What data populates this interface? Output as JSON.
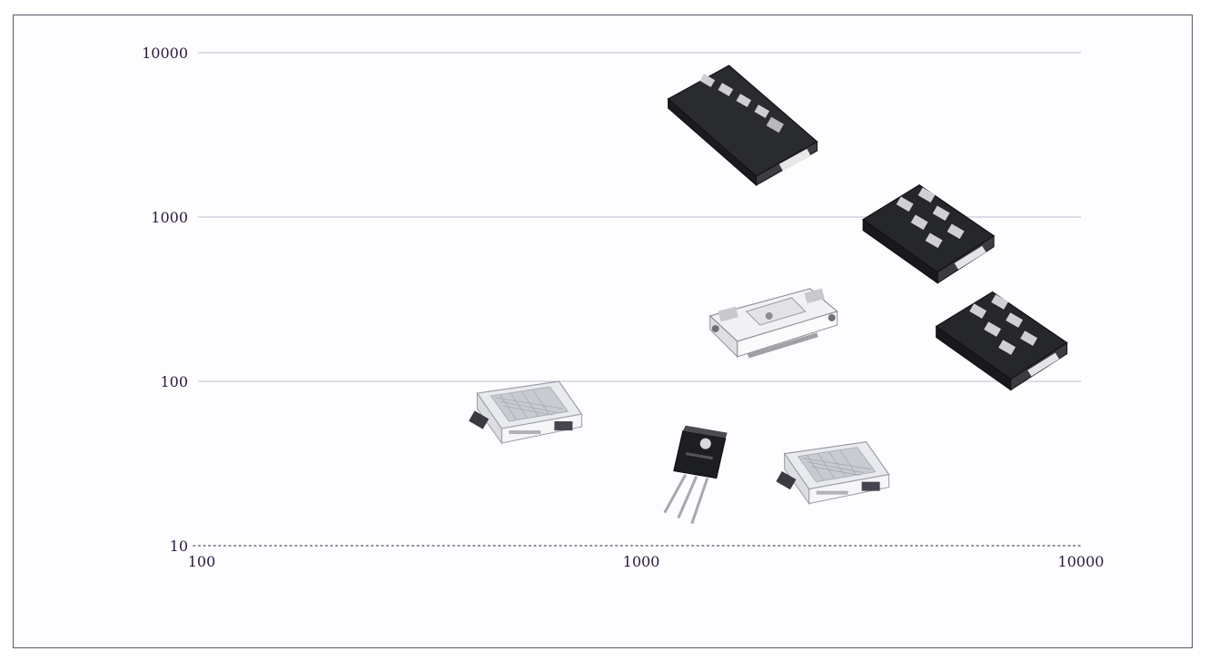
{
  "chart_data": {
    "type": "scatter",
    "x_scale": "log",
    "y_scale": "log",
    "xlim": [
      100,
      10000
    ],
    "ylim": [
      10,
      10000
    ],
    "x_ticks": [
      "100",
      "1000",
      "10000"
    ],
    "y_ticks": [
      "10",
      "100",
      "1000",
      "10000"
    ],
    "grid": "horizontal",
    "colors": {
      "gridline": "#b9c0d0",
      "axis_line": "#6a6a7a",
      "tick_text": "#2b1a3f",
      "frame": "#555a66"
    },
    "points": [
      {
        "icon": "white-pressfit-module",
        "x": 550,
        "y": 70
      },
      {
        "icon": "to247-discrete-package",
        "x": 1400,
        "y": 30
      },
      {
        "icon": "white-pressfit-module",
        "x": 2750,
        "y": 30
      },
      {
        "icon": "white-dual-module",
        "x": 2000,
        "y": 250
      },
      {
        "icon": "black-large-module",
        "x": 1700,
        "y": 3800
      },
      {
        "icon": "black-six-terminal-module",
        "x": 4500,
        "y": 850
      },
      {
        "icon": "black-six-terminal-module",
        "x": 6600,
        "y": 190
      }
    ]
  }
}
